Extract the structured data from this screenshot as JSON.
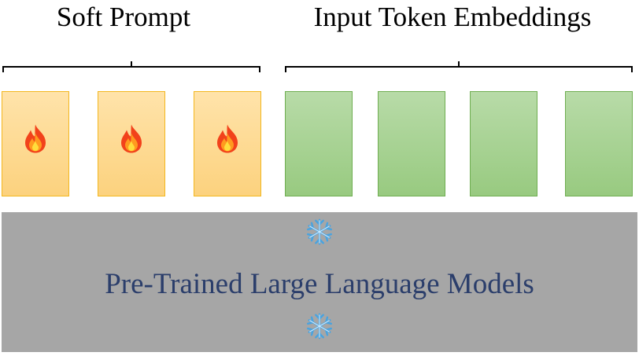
{
  "labels": {
    "soft_prompt": "Soft Prompt",
    "input_embeddings": "Input Token Embeddings"
  },
  "model": {
    "title": "Pre-Trained Large Language Models"
  },
  "soft_prompt_tokens": {
    "count": 3,
    "icon": "fire-icon"
  },
  "input_tokens": {
    "count": 4
  },
  "frozen_icon": "snowflake-icon",
  "colors": {
    "soft_fill": "#fcd27e",
    "soft_border": "#f3b71f",
    "embed_fill": "#98ca80",
    "embed_border": "#6fae51",
    "model_fill": "#a6a6a6",
    "model_text": "#2b3e6b"
  }
}
